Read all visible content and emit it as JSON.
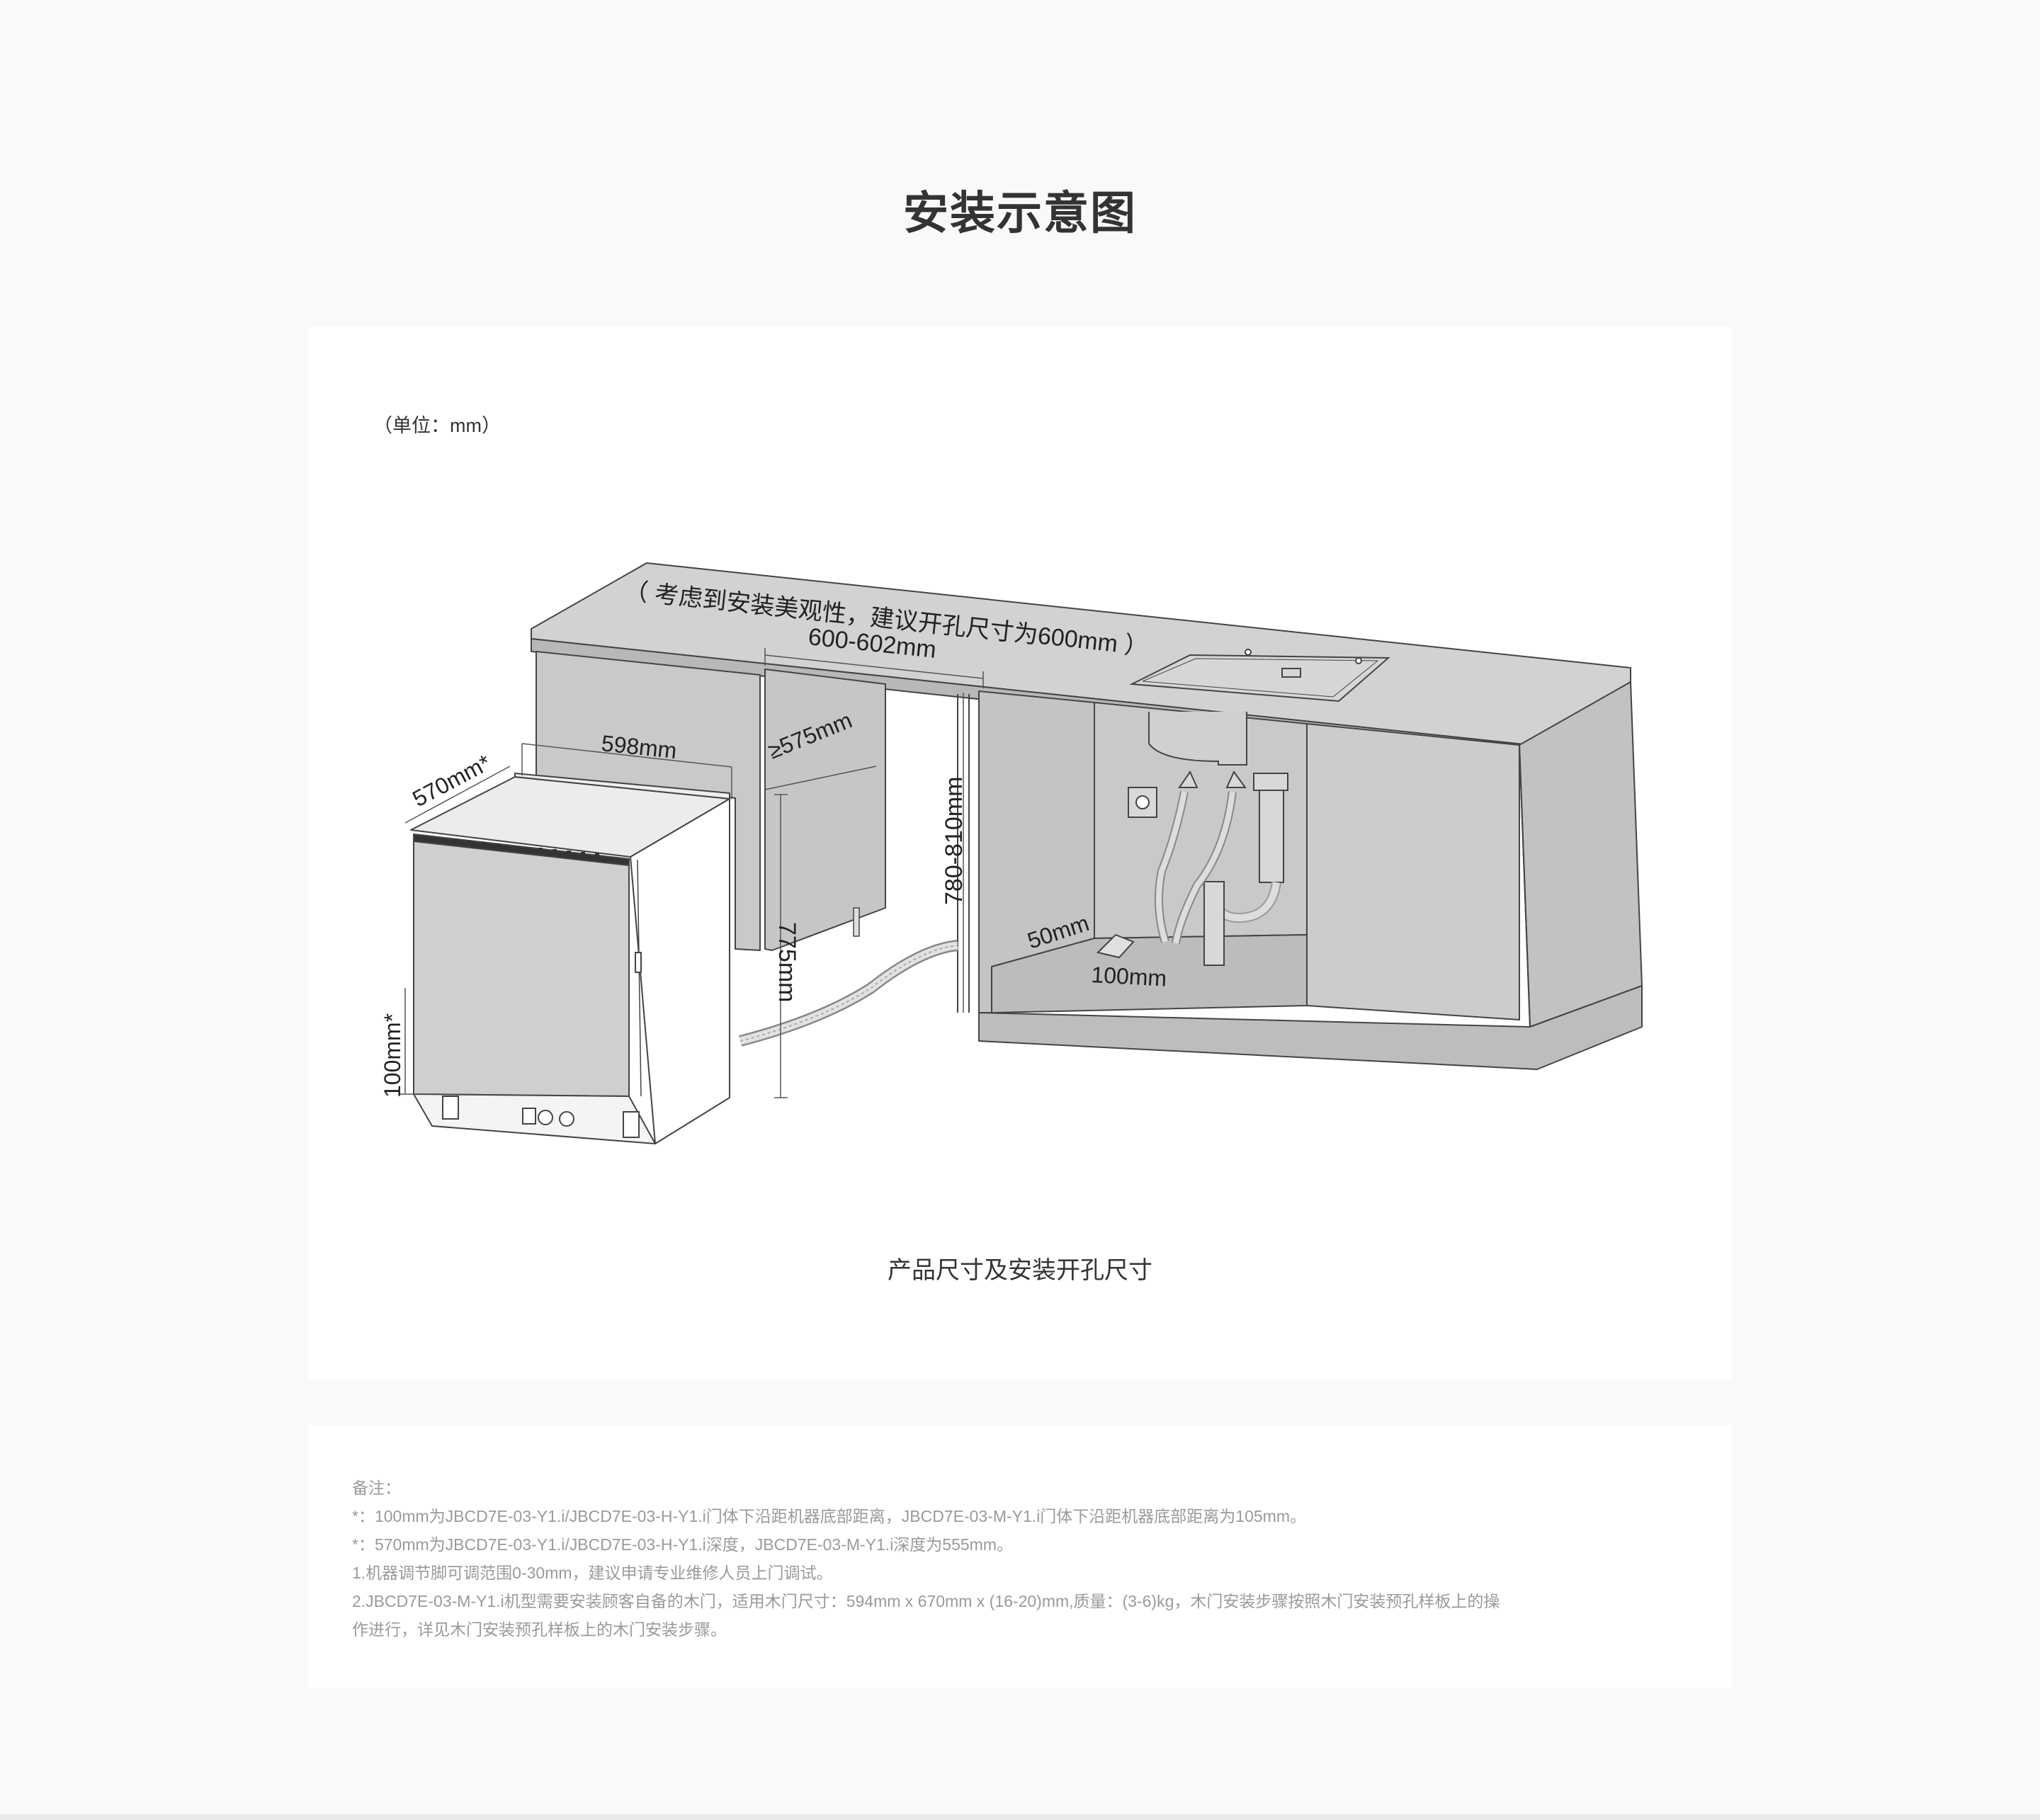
{
  "page_title": "安装示意图",
  "unit": "（单位：mm）",
  "labels": {
    "recommend": "（ 考虑到安装美观性，建议开孔尺寸为600mm ）",
    "opening_width": "600-602mm",
    "depth": "570mm*",
    "width": "598mm",
    "cabinet_depth": "≥575mm",
    "opening_height": "780-810mm",
    "height": "775mm",
    "foot": "100mm*",
    "hole_50": "50mm",
    "hole_100": "100mm"
  },
  "caption": "产品尺寸及安装开孔尺寸",
  "notes": {
    "heading": "备注：",
    "lines": [
      "*：100mm为JBCD7E-03-Y1.i/JBCD7E-03-H-Y1.i门体下沿距机器底部距离，JBCD7E-03-M-Y1.i门体下沿距机器底部距离为105mm。",
      "*：570mm为JBCD7E-03-Y1.i/JBCD7E-03-H-Y1.i深度，JBCD7E-03-M-Y1.i深度为555mm。",
      "1.机器调节脚可调范围0-30mm，建议申请专业维修人员上门调试。",
      "2.JBCD7E-03-M-Y1.i机型需要安装顾客自备的木门，适用木门尺寸：594mm x 670mm x (16-20)mm,质量：(3-6)kg，木门安装步骤按照木门安装预孔样板上的操",
      "作进行，详见木门安装预孔样板上的木门安装步骤。"
    ]
  },
  "colors": {
    "background": "#f9f9f9",
    "card": "#ffffff",
    "cabinet": "#c9c9c9",
    "cabinet_dark": "#bdbdbd",
    "notes_text": "#9a9a9a"
  }
}
